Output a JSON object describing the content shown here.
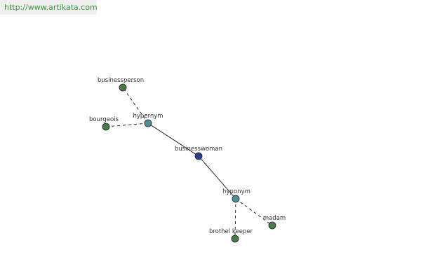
{
  "site": {
    "url": "http://www.artikata.com"
  },
  "colors": {
    "word_node": "#4a7a4a",
    "relation_node": "#4f8f8f",
    "center_node": "#2e3c8a",
    "node_stroke": "#222222",
    "edge": "#111111",
    "header_link": "#3e8e3e"
  },
  "graph": {
    "nodes": [
      {
        "id": "businesswoman",
        "label": "businesswoman",
        "kind": "center"
      },
      {
        "id": "hypernym",
        "label": "hypernym",
        "kind": "relation"
      },
      {
        "id": "hyponym",
        "label": "hyponym",
        "kind": "relation"
      },
      {
        "id": "businessperson",
        "label": "businessperson",
        "kind": "word"
      },
      {
        "id": "bourgeois",
        "label": "bourgeois",
        "kind": "word"
      },
      {
        "id": "brothel_keeper",
        "label": "brothel keeper",
        "kind": "word"
      },
      {
        "id": "madam",
        "label": "madam",
        "kind": "word"
      }
    ],
    "edges": [
      {
        "from": "businesswoman",
        "to": "hypernym",
        "style": "solid"
      },
      {
        "from": "businesswoman",
        "to": "hyponym",
        "style": "solid"
      },
      {
        "from": "hypernym",
        "to": "businessperson",
        "style": "dashed"
      },
      {
        "from": "hypernym",
        "to": "bourgeois",
        "style": "dashed"
      },
      {
        "from": "hyponym",
        "to": "brothel_keeper",
        "style": "dashed"
      },
      {
        "from": "hyponym",
        "to": "madam",
        "style": "dashed"
      }
    ]
  }
}
